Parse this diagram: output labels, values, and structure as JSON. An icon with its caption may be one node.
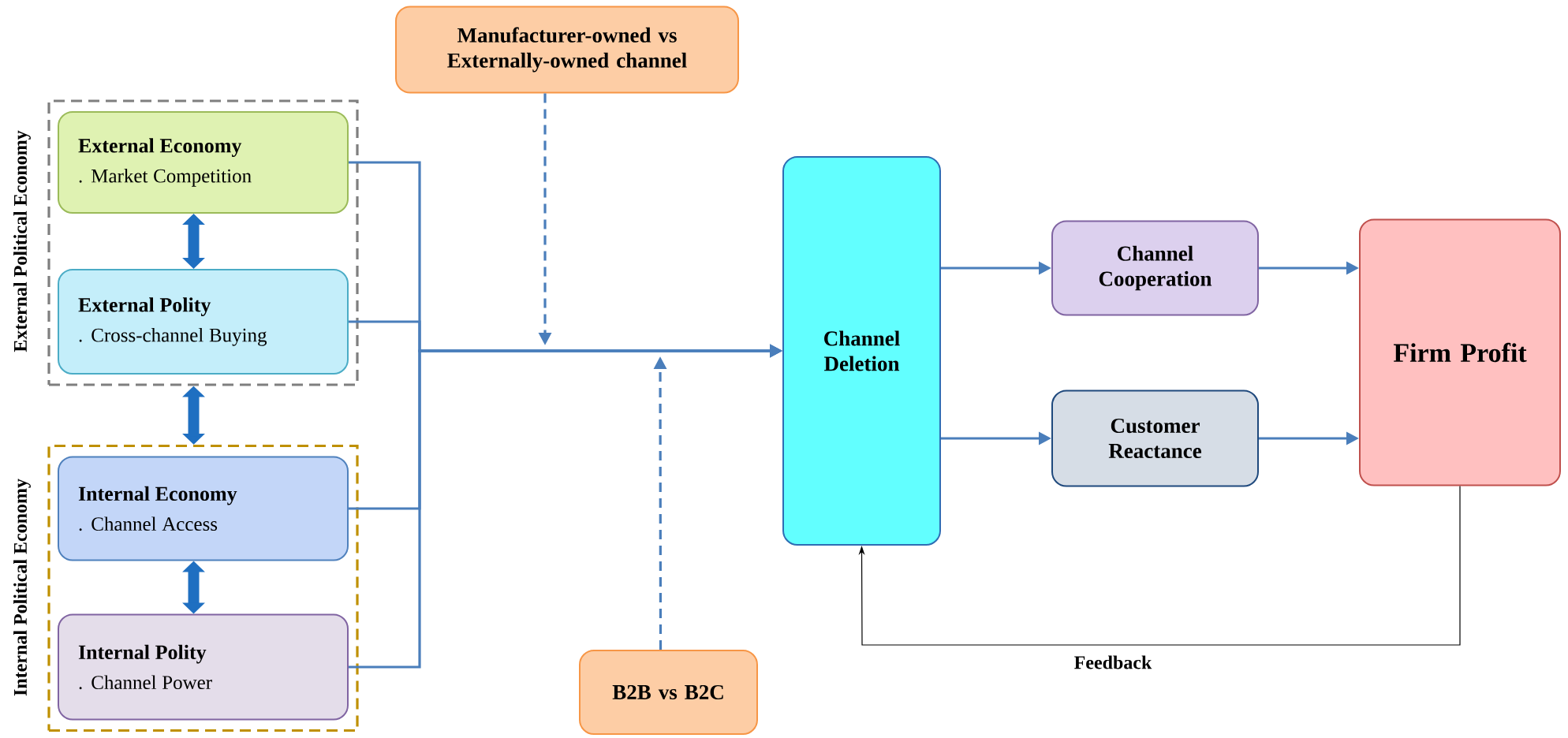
{
  "diagram": {
    "nodes": [
      {
        "text": [
          "External Political Economy"
        ]
      },
      {
        "text": [
          "External Economy",
          ". Market Competition"
        ],
        "in": 0
      },
      {
        "text": [
          "External Polity",
          ". Cross-channel Buying"
        ],
        "in": 0
      },
      {
        "text": [
          "Internal Political Economy"
        ]
      },
      {
        "text": [
          "Internal Economy",
          ". Channel Access"
        ],
        "in": 3
      },
      {
        "text": [
          "Internal Polity",
          ". Channel Power"
        ],
        "in": 3
      },
      {
        "text": [
          "Manufacturer-owned vs Externally-owned channel"
        ]
      },
      {
        "text": [
          "B2B vs B2C"
        ]
      },
      {
        "text": [
          "Channel Deletion"
        ]
      },
      {
        "text": [
          "Channel Cooperation"
        ]
      },
      {
        "text": [
          "Customer Reactance"
        ]
      },
      {
        "text": [
          "Firm Profit"
        ]
      }
    ],
    "edges": [
      {
        "from": 1,
        "to": 8,
        "arrow": "to"
      },
      {
        "from": 2,
        "to": 8,
        "arrow": "to"
      },
      {
        "from": 4,
        "to": 8,
        "arrow": "to"
      },
      {
        "from": 5,
        "to": 8,
        "arrow": "to"
      },
      {
        "from": 6,
        "to": null,
        "arrow": "to",
        "style": "dashed"
      },
      {
        "from": 7,
        "to": null,
        "arrow": "to",
        "style": "dashed"
      },
      {
        "from": 1,
        "to": 2,
        "arrow": "both",
        "style": "thick",
        "color": "#1f6fc1"
      },
      {
        "from": 0,
        "to": 3,
        "arrow": "both",
        "style": "thick",
        "color": "#1f6fc1"
      },
      {
        "from": 4,
        "to": 5,
        "arrow": "both",
        "style": "thick",
        "color": "#1f6fc1"
      },
      {
        "from": 8,
        "to": 9,
        "arrow": "to"
      },
      {
        "from": 8,
        "to": 10,
        "arrow": "to"
      },
      {
        "from": 9,
        "to": 11,
        "arrow": "to"
      },
      {
        "from": 10,
        "to": 11,
        "arrow": "to"
      },
      {
        "from": 11,
        "to": 8,
        "arrow": "to",
        "label": "Feedback",
        "color": "#000000"
      }
    ]
  }
}
